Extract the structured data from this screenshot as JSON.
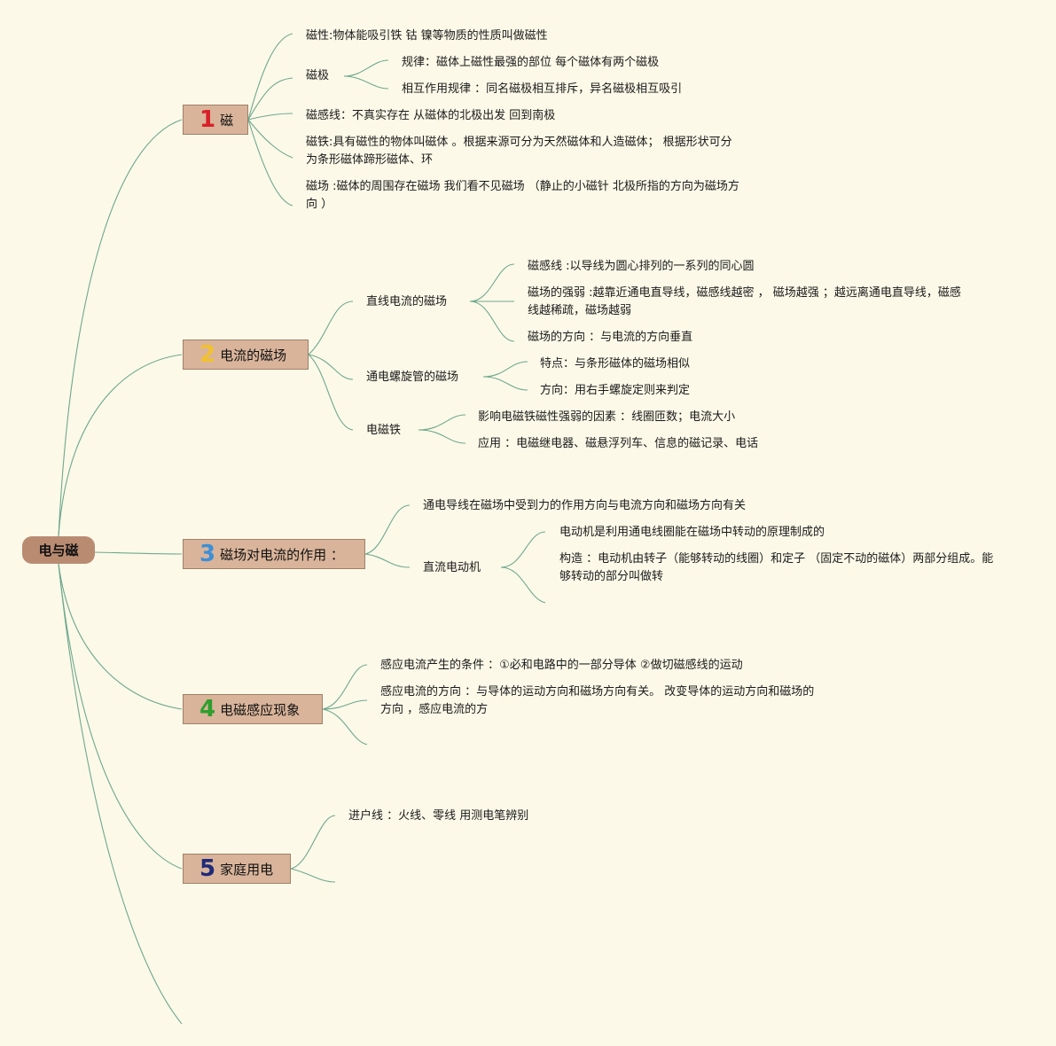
{
  "root": {
    "label": "电与磁"
  },
  "topics": [
    {
      "num": "1",
      "num_color": "#d8202a",
      "label": "磁",
      "children": [
        {
          "label": "磁性:物体能吸引铁 钴 镍等物质的性质叫做磁性"
        },
        {
          "label": "磁极",
          "children": [
            {
              "label": "规律：磁体上磁性最强的部位 每个磁体有两个磁极"
            },
            {
              "label": "相互作用规律 ：同名磁极相互排斥，异名磁极相互吸引"
            }
          ]
        },
        {
          "label": "磁感线：不真实存在 从磁体的北极出发 回到南极"
        },
        {
          "label": "磁铁:具有磁性的物体叫磁体 。根据来源可分为天然磁体和人造磁体； 根据形状可分为条形磁体蹄形磁体、环"
        },
        {
          "label": "磁场 :磁体的周围存在磁场 我们看不见磁场 （静止的小磁针 北极所指的方向为磁场方向 ）"
        }
      ]
    },
    {
      "num": "2",
      "num_color": "#f2c12e",
      "label": "电流的磁场",
      "children": [
        {
          "label": "直线电流的磁场",
          "children": [
            {
              "label": "磁感线 :以导线为圆心排列的一系列的同心圆"
            },
            {
              "label": "磁场的强弱 :越靠近通电直导线，磁感线越密 ， 磁场越强 ；越远离通电直导线，磁感线越稀疏，磁场越弱"
            },
            {
              "label": "磁场的方向 ：与电流的方向垂直"
            }
          ]
        },
        {
          "label": "通电螺旋管的磁场",
          "children": [
            {
              "label": "特点：与条形磁体的磁场相似"
            },
            {
              "label": "方向：用右手螺旋定则来判定"
            }
          ]
        },
        {
          "label": "电磁铁",
          "children": [
            {
              "label": "影响电磁铁磁性强弱的因素 ：线圈匝数；电流大小"
            },
            {
              "label": "应用 ：电磁继电器、磁悬浮列车、信息的磁记录、电话"
            }
          ]
        }
      ]
    },
    {
      "num": "3",
      "num_color": "#3d8fd6",
      "label": "磁场对电流的作用 ：",
      "children": [
        {
          "label": "通电导线在磁场中受到力的作用方向与电流方向和磁场方向有关"
        },
        {
          "label": "直流电动机",
          "children": [
            {
              "label": "电动机是利用通电线圈能在磁场中转动的原理制成的"
            },
            {
              "label": "构造 ：电动机由转子（能够转动的线圈）和定子 （固定不动的磁体）两部分组成。能够转动的部分叫做转"
            }
          ]
        }
      ]
    },
    {
      "num": "4",
      "num_color": "#2e9e2e",
      "label": "电磁感应现象",
      "children": [
        {
          "label": "感应电流产生的条件 ：①必和电路中的一部分导体 ②做切磁感线的运动"
        },
        {
          "label": "感应电流的方向 ：与导体的运动方向和磁场方向有关。 改变导体的运动方向和磁场的方向 ，感应电流的方"
        }
      ]
    },
    {
      "num": "5",
      "num_color": "#1f2a7a",
      "label": "家庭用电",
      "children": [
        {
          "label": "进户线 ：火线、零线 用测电笔辨别"
        }
      ]
    }
  ]
}
